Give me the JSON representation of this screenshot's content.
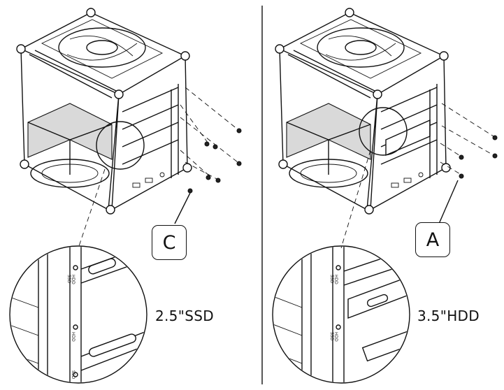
{
  "left_panel": {
    "callout_label": "C",
    "drive_caption": "2.5\"SSD",
    "zoom_markings": [
      "HDD",
      "SSD",
      "HDD",
      "SSD"
    ]
  },
  "right_panel": {
    "callout_label": "A",
    "drive_caption": "3.5\"HDD",
    "zoom_markings": [
      "HDD",
      "SSD",
      "HDD",
      "SSD"
    ]
  },
  "colors": {
    "line": "#111111",
    "background": "#ffffff",
    "shade": "#d9d9d9"
  }
}
